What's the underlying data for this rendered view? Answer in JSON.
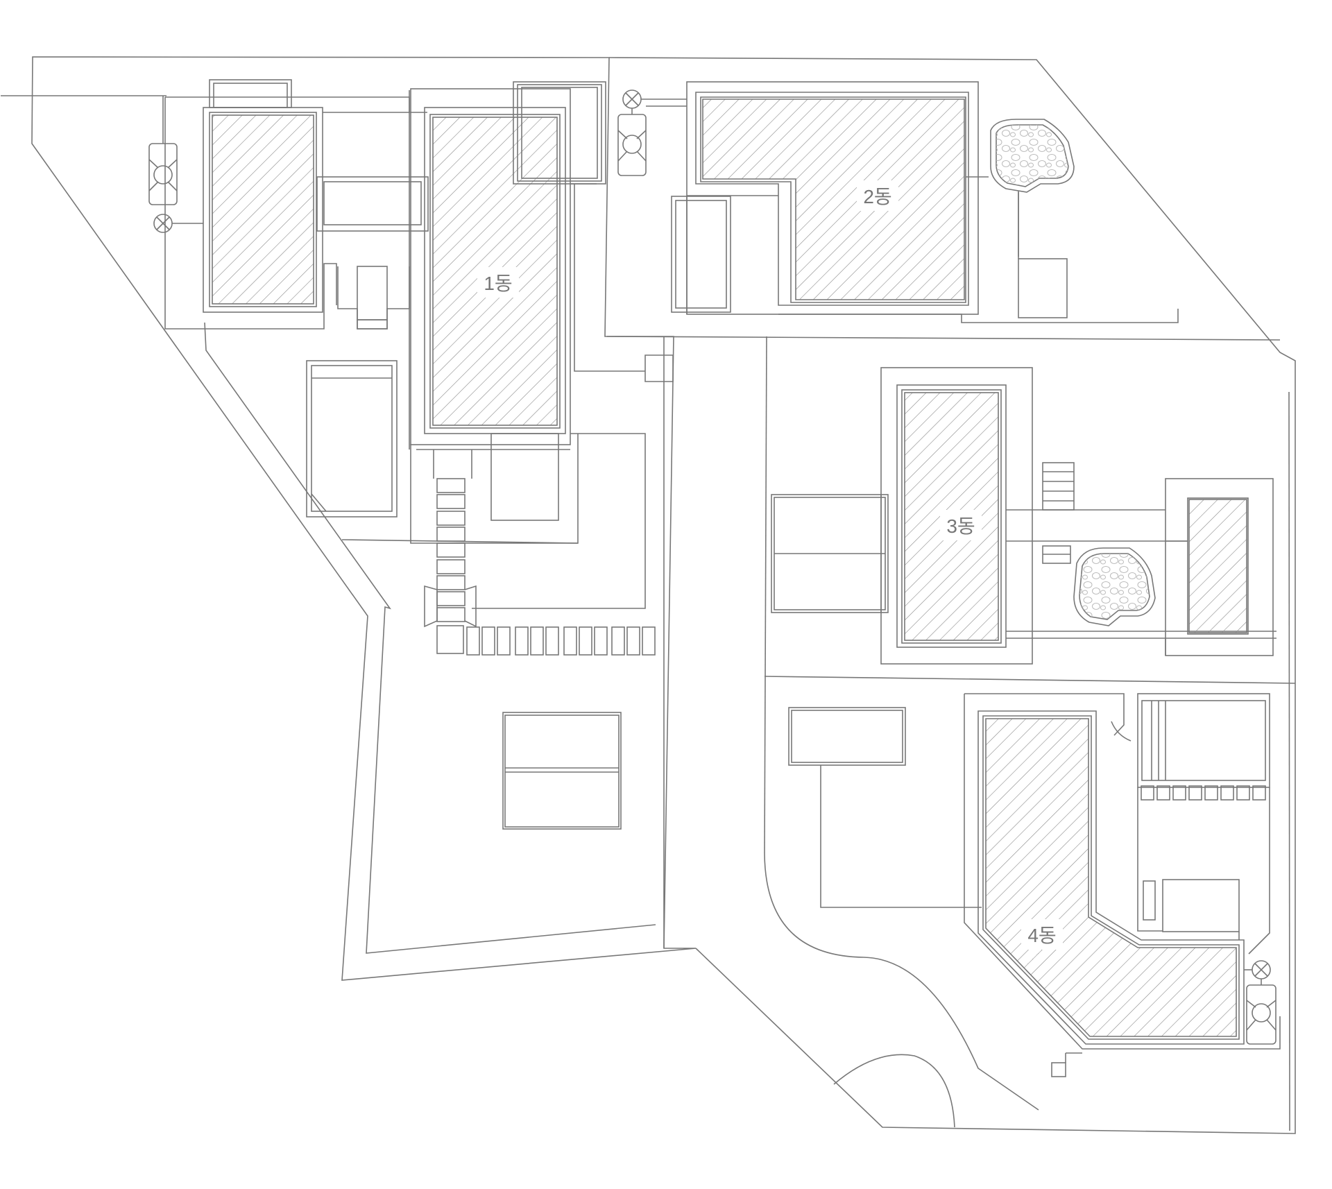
{
  "buildings": [
    {
      "id": "b1",
      "label": "1동"
    },
    {
      "id": "b2",
      "label": "2동"
    },
    {
      "id": "b3",
      "label": "3동"
    },
    {
      "id": "b4",
      "label": "4동"
    }
  ],
  "colors": {
    "line": "#777777",
    "hatch": "#8a8a8a",
    "background": "#ffffff"
  }
}
